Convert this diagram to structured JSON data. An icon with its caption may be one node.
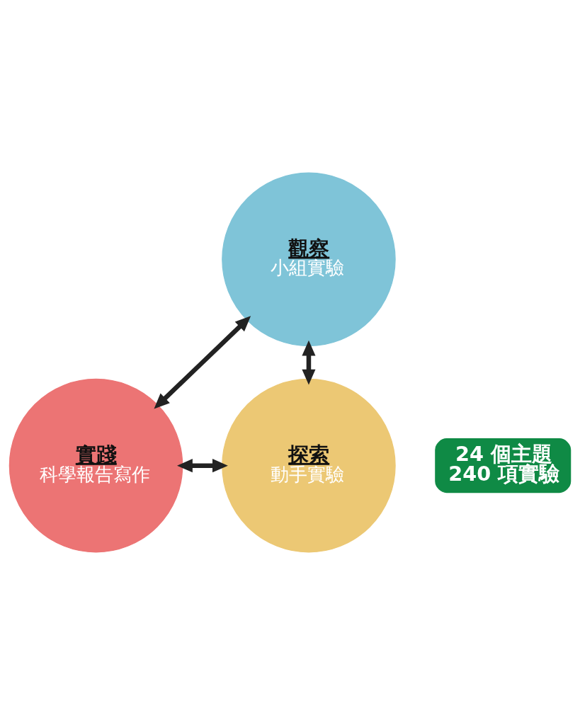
{
  "diagram": {
    "nodes": [
      {
        "text": [
          "觀察",
          "小組實驗"
        ]
      },
      {
        "text": [
          "實踐",
          "科學報告寫作"
        ]
      },
      {
        "text": [
          "探索",
          "動手實驗"
        ]
      },
      {
        "text": [
          "24 個主題",
          "240 項實驗"
        ]
      }
    ],
    "edges": [
      {
        "from": 0,
        "to": 1,
        "arrow": "both"
      },
      {
        "from": 0,
        "to": 2,
        "arrow": "both"
      },
      {
        "from": 1,
        "to": 2,
        "arrow": "both"
      }
    ]
  }
}
